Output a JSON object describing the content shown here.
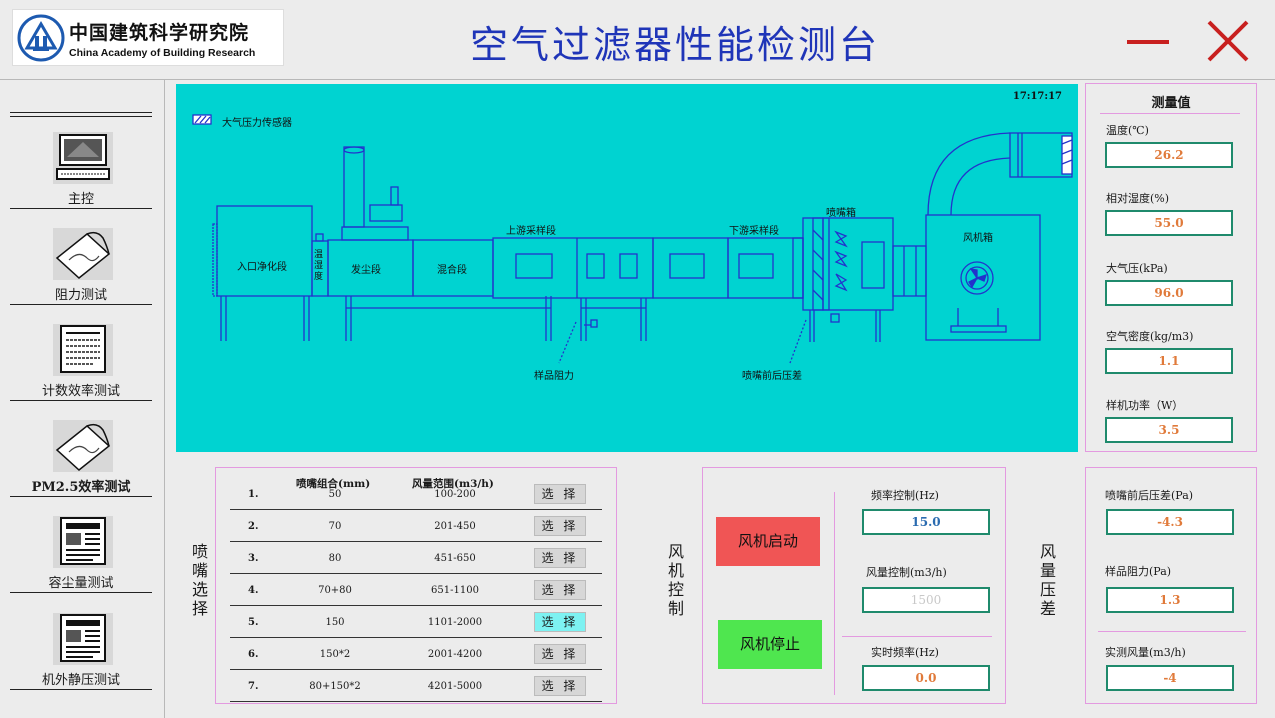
{
  "header": {
    "logo_cn": "中国建筑科学研究院",
    "logo_en": "China Academy of Building Research",
    "title": "空气过滤器性能检测台"
  },
  "nav": {
    "items": [
      {
        "label": "主控",
        "icon": "computer-icon"
      },
      {
        "label": "阻力测试",
        "icon": "curve-icon"
      },
      {
        "label": "计数效率测试",
        "icon": "document-icon"
      },
      {
        "label": "PM2.5效率测试",
        "icon": "curve-icon"
      },
      {
        "label": "容尘量测试",
        "icon": "newspaper-icon"
      },
      {
        "label": "机外静压测试",
        "icon": "newspaper-icon"
      }
    ]
  },
  "diagram": {
    "time": "17:17:17",
    "legend_label": "大气压力传感器",
    "labels": {
      "inlet": "入口净化段",
      "humidity": "温湿度",
      "dust": "发尘段",
      "mixing": "混合段",
      "upstream": "上游采样段",
      "downstream": "下游采样段",
      "nozzle_box": "喷嘴箱",
      "fan_box": "风机箱",
      "sample_resistance": "样品阻力",
      "nozzle_diff": "喷嘴前后压差"
    }
  },
  "measure": {
    "title": "测量值",
    "items": [
      {
        "label": "温度(℃)",
        "value": "26.2"
      },
      {
        "label": "相对湿度(%)",
        "value": "55.0"
      },
      {
        "label": "大气压(kPa)",
        "value": "96.0"
      },
      {
        "label": "空气密度(kg/m3)",
        "value": "1.1"
      },
      {
        "label": "样机功率（W）",
        "value": "3.5"
      }
    ]
  },
  "nozzle": {
    "side_label": "喷嘴选择",
    "col_combo": "喷嘴组合(mm)",
    "col_range": "风量范围(m3/h)",
    "select_label": "选 择",
    "active_row": 4,
    "rows": [
      {
        "idx": "1.",
        "combo": "50",
        "range": "100-200"
      },
      {
        "idx": "2.",
        "combo": "70",
        "range": "201-450"
      },
      {
        "idx": "3.",
        "combo": "80",
        "range": "451-650"
      },
      {
        "idx": "4.",
        "combo": "70+80",
        "range": "651-1100"
      },
      {
        "idx": "5.",
        "combo": "150",
        "range": "1101-2000"
      },
      {
        "idx": "6.",
        "combo": "150*2",
        "range": "2001-4200"
      },
      {
        "idx": "7.",
        "combo": "80+150*2",
        "range": "4201-5000"
      }
    ]
  },
  "fan": {
    "side_label": "风机控制",
    "start_label": "风机启动",
    "stop_label": "风机停止",
    "freq_label": "频率控制(Hz)",
    "freq_value": "15.0",
    "flow_label": "风量控制(m3/h)",
    "flow_placeholder": "1500",
    "actual_freq_label": "实时频率(Hz)",
    "actual_freq_value": "0.0"
  },
  "pressure": {
    "side_label": "风量压差",
    "items": [
      {
        "label": "喷嘴前后压差(Pa)",
        "value": "-4.3"
      },
      {
        "label": "样品阻力(Pa)",
        "value": "1.3"
      },
      {
        "label": "实测风量(m3/h)",
        "value": "-4"
      }
    ]
  },
  "colors": {
    "title_blue": "#1f35b8",
    "close_red": "#c8201f",
    "diagram_bg": "#00d3d1",
    "diagram_line": "#2233cc",
    "panel_border": "#e39ae0",
    "value_orange": "#e07a3a",
    "field_border": "#1f8a6c",
    "start_red": "#f05555",
    "stop_green": "#4fe64f",
    "select_active": "#7df2f2"
  }
}
